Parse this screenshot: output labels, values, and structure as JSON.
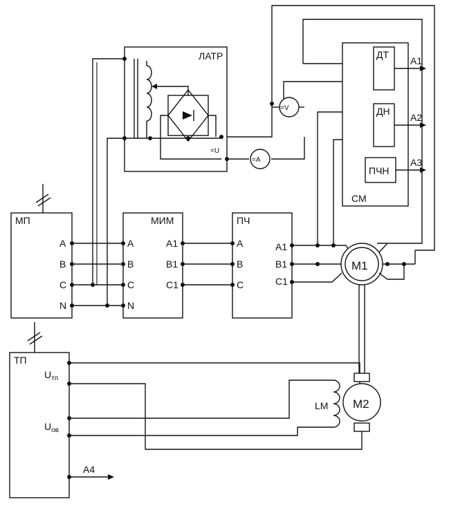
{
  "blocks": {
    "latr": "ЛАТР",
    "sm": "СМ",
    "dt": "ДТ",
    "dn": "ДН",
    "pchn": "ПЧН",
    "mp": "МП",
    "mim": "МИМ",
    "pch": "ПЧ",
    "tp": "ТП"
  },
  "meters": {
    "voltmeter": "=V",
    "ammeter": "=A"
  },
  "dc_out": "=U",
  "motors": {
    "m1": "М1",
    "m2": "М2",
    "lm": "LM"
  },
  "outputs": {
    "a1": "А1",
    "a2": "А2",
    "a3": "А3",
    "a4": "А4"
  },
  "phases": {
    "mp": [
      "A",
      "B",
      "C",
      "N"
    ],
    "mim_in": [
      "A",
      "B",
      "C",
      "N"
    ],
    "mim_out": [
      "A1",
      "B1",
      "C1"
    ],
    "pch_in": [
      "A",
      "B",
      "C"
    ],
    "pch_out": [
      "A1",
      "B1",
      "C1"
    ]
  },
  "tp_terminals": {
    "u_tp": "U",
    "u_tp_sub": "тп",
    "u_ov": "U",
    "u_ov_sub": "ов"
  }
}
